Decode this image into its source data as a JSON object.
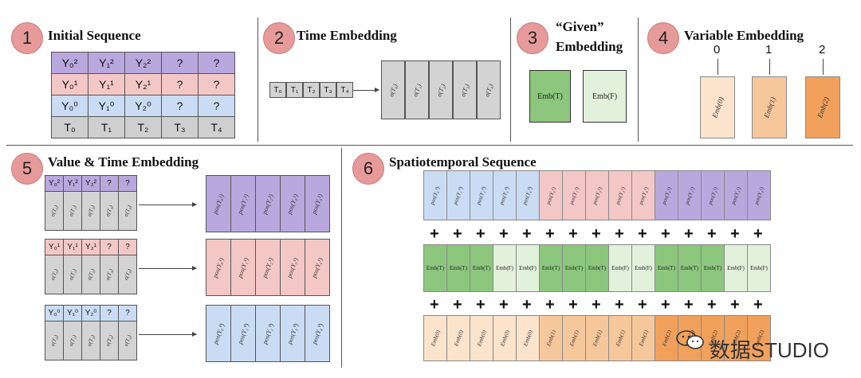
{
  "sections": {
    "s1": {
      "num": "1",
      "title": "Initial Sequence"
    },
    "s2": {
      "num": "2",
      "title": "Time Embedding"
    },
    "s3": {
      "num": "3",
      "title_line1": "“Given”",
      "title_line2": "Embedding"
    },
    "s4": {
      "num": "4",
      "title": "Variable Embedding"
    },
    "s5": {
      "num": "5",
      "title": "Value & Time Embedding"
    },
    "s6": {
      "num": "6",
      "title": "Spatiotemporal Sequence"
    }
  },
  "initial_sequence": {
    "rows": [
      {
        "color": "#b9a8dd",
        "cells": [
          "Y₀²",
          "Y₁²",
          "Y₂²",
          "?",
          "?"
        ]
      },
      {
        "color": "#f4c7c7",
        "cells": [
          "Y₀¹",
          "Y₁¹",
          "Y₂¹",
          "?",
          "?"
        ]
      },
      {
        "color": "#c9dcf4",
        "cells": [
          "Y₀⁰",
          "Y₁⁰",
          "Y₂⁰",
          "?",
          "?"
        ]
      },
      {
        "color": "#cfcfcf",
        "cells": [
          "T₀",
          "T₁",
          "T₂",
          "T₃",
          "T₄"
        ]
      }
    ]
  },
  "time_embedding": {
    "inputs": [
      "T₀",
      "T₁",
      "T₂",
      "T₃",
      "T₄"
    ],
    "outputs": [
      "σ(T₀)",
      "σ(T₁)",
      "σ(T₂)",
      "σ(T₃)",
      "σ(T₄)"
    ]
  },
  "given_embedding": {
    "true_label": "Emb(T)",
    "false_label": "Emb(F)"
  },
  "variable_embedding": {
    "indices": [
      "0",
      "1",
      "2"
    ],
    "labels": [
      "Emb(0)",
      "Emb(1)",
      "Emb(2)"
    ]
  },
  "value_time": {
    "groups": [
      {
        "color": "#b9a8dd",
        "cells": [
          "Y₀²",
          "Y₁²",
          "Y₂²",
          "?",
          "?"
        ],
        "outs": [
          "pos(Y₀²)",
          "pos(Y₁²)",
          "pos(Y₂²)",
          "pos(Y₃²)",
          "pos(Y₄²)"
        ]
      },
      {
        "color": "#f4c7c7",
        "cells": [
          "Y₀¹",
          "Y₁¹",
          "Y₂¹",
          "?",
          "?"
        ],
        "outs": [
          "pos(Y₀¹)",
          "pos(Y₁¹)",
          "pos(Y₂¹)",
          "pos(Y₃¹)",
          "pos(Y₄¹)"
        ]
      },
      {
        "color": "#c9dcf4",
        "cells": [
          "Y₀⁰",
          "Y₁⁰",
          "Y₂⁰",
          "?",
          "?"
        ],
        "outs": [
          "pos(Y₀⁰)",
          "pos(Y₁⁰)",
          "pos(Y₂⁰)",
          "pos(Y₃⁰)",
          "pos(Y₄⁰)"
        ]
      }
    ],
    "sigma": [
      "σ(T₀)",
      "σ(T₁)",
      "σ(T₂)",
      "σ(T₃)",
      "σ(T₄)"
    ]
  },
  "spatiotemporal": {
    "plus": "+",
    "row1": [
      "pos(Y₀⁰)",
      "pos(Y₁⁰)",
      "pos(Y₂⁰)",
      "pos(Y₃⁰)",
      "pos(Y₄⁰)",
      "pos(Y₀¹)",
      "pos(Y₁¹)",
      "pos(Y₂¹)",
      "pos(Y₃¹)",
      "pos(Y₄¹)",
      "pos(Y₀²)",
      "pos(Y₁²)",
      "pos(Y₂²)",
      "pos(Y₃²)",
      "pos(Y₄²)"
    ],
    "row2": [
      "Emb(T)",
      "Emb(T)",
      "Emb(T)",
      "Emb(F)",
      "Emb(F)",
      "Emb(T)",
      "Emb(T)",
      "Emb(T)",
      "Emb(F)",
      "Emb(F)",
      "Emb(T)",
      "Emb(T)",
      "Emb(T)",
      "Emb(F)",
      "Emb(F)"
    ],
    "row3": [
      "Emb(0)",
      "Emb(0)",
      "Emb(0)",
      "Emb(0)",
      "Emb(0)",
      "Emb(1)",
      "Emb(1)",
      "Emb(1)",
      "Emb(1)",
      "Emb(1)",
      "Emb(2)",
      "Emb(2)",
      "Emb(2)",
      "Emb(2)",
      "Emb(2)"
    ]
  },
  "colors": {
    "purple": "#b9a8dd",
    "pink": "#f4c7c7",
    "blue": "#c9dcf4",
    "gray": "#d3d3d3",
    "green_dark": "#8cc77d",
    "green_light": "#e2f1dc",
    "orange_light": "#fbe3cc",
    "orange_mid": "#f7c79c",
    "orange_dark": "#f2a15c"
  },
  "watermark": "数据STUDIO"
}
